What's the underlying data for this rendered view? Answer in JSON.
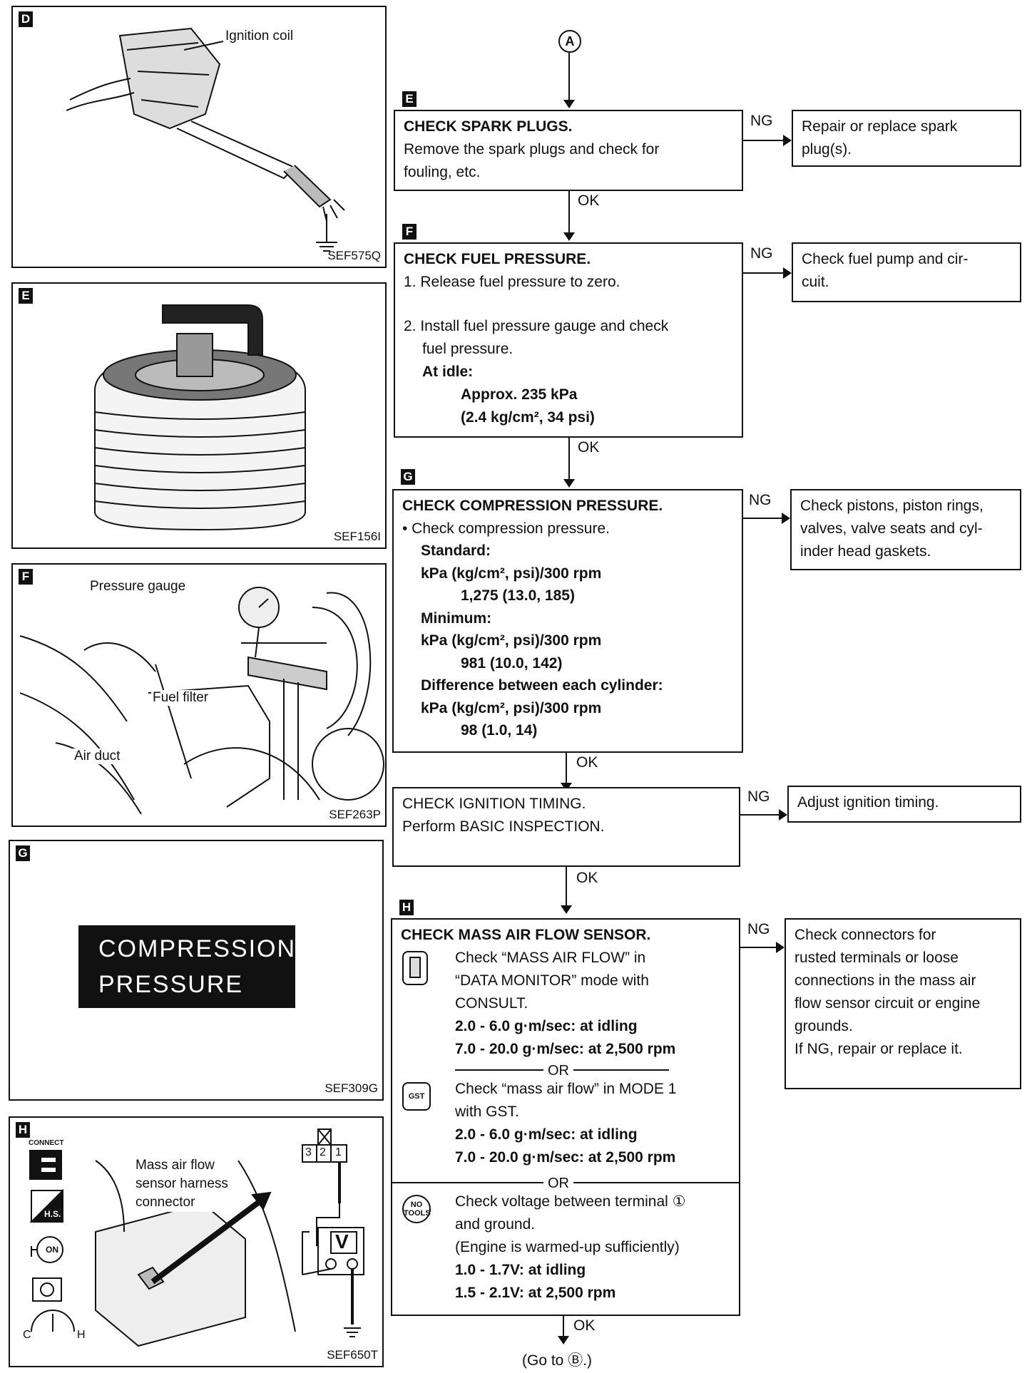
{
  "figures": {
    "d": {
      "letter": "D",
      "label": "Ignition coil",
      "code": "SEF575Q"
    },
    "e": {
      "letter": "E",
      "code": "SEF156I"
    },
    "f": {
      "letter": "F",
      "label_gauge": "Pressure gauge",
      "label_filter": "Fuel filter",
      "label_duct": "Air duct",
      "code": "SEF263P"
    },
    "g": {
      "letter": "G",
      "banner_line1": "COMPRESSION",
      "banner_line2": "PRESSURE",
      "code": "SEF309G"
    },
    "h": {
      "letter": "H",
      "connect_label": "CONNECT",
      "hs_label": "H.S.",
      "on_label": "ON",
      "harness_line1": "Mass air flow",
      "harness_line2": "sensor harness",
      "harness_line3": "connector",
      "pins": [
        "3",
        "2",
        "1"
      ],
      "meter": "V",
      "cold": "C",
      "hot": "H",
      "code": "SEF650T"
    }
  },
  "flow": {
    "start": "A",
    "ok": "OK",
    "ng": "NG",
    "or": "OR",
    "step_e": {
      "letter": "E",
      "title": "CHECK SPARK PLUGS.",
      "line1": "Remove the spark plugs and check for",
      "line2": "fouling, etc.",
      "ng_action_1": "Repair or replace spark",
      "ng_action_2": "plug(s)."
    },
    "step_f": {
      "letter": "F",
      "title": "CHECK FUEL PRESSURE.",
      "item1": "1.  Release fuel pressure to zero.",
      "item2a": "2.  Install fuel pressure gauge and check",
      "item2b": "fuel pressure.",
      "idle_label": "At idle:",
      "value1": "Approx. 235 kPa",
      "value2": "(2.4 kg/cm², 34 psi)",
      "ng_action_1": "Check fuel pump and cir-",
      "ng_action_2": "cuit."
    },
    "step_g": {
      "letter": "G",
      "title": "CHECK COMPRESSION PRESSURE.",
      "bullet": "•  Check compression pressure.",
      "standard": "Standard:",
      "unit1": "kPa (kg/cm², psi)/300 rpm",
      "std_value": "1,275 (13.0, 185)",
      "minimum": "Minimum:",
      "unit2": "kPa (kg/cm², psi)/300 rpm",
      "min_value": "981 (10.0, 142)",
      "difference": "Difference between each cylinder:",
      "unit3": "kPa (kg/cm², psi)/300 rpm",
      "diff_value": "98 (1.0, 14)",
      "ng_action_1": "Check pistons, piston rings,",
      "ng_action_2": "valves, valve seats and cyl-",
      "ng_action_3": "inder head gaskets."
    },
    "step_timing": {
      "title": "CHECK IGNITION TIMING.",
      "line1": "Perform BASIC INSPECTION.",
      "ng_action": "Adjust ignition timing."
    },
    "step_h": {
      "letter": "H",
      "title": "CHECK MASS AIR FLOW SENSOR.",
      "opt1_l1": "Check “MASS AIR FLOW” in",
      "opt1_l2": "“DATA MONITOR” mode with",
      "opt1_l3": "CONSULT.",
      "opt1_v1": "2.0 - 6.0 g·m/sec: at idling",
      "opt1_v2": "7.0 - 20.0 g·m/sec: at 2,500 rpm",
      "gst_icon": "GST",
      "opt2_l1": "Check “mass air flow” in MODE 1",
      "opt2_l2": "with GST.",
      "opt2_v1": "2.0 - 6.0 g·m/sec: at idling",
      "opt2_v2": "7.0 - 20.0 g·m/sec: at 2,500 rpm",
      "notools_1": "NO",
      "notools_2": "TOOLS",
      "opt3_l1": "Check voltage between terminal ①",
      "opt3_l2": "and ground.",
      "opt3_l3": "(Engine is warmed-up sufficiently)",
      "opt3_v1": "1.0 - 1.7V: at idling",
      "opt3_v2": "1.5 - 2.1V: at 2,500 rpm",
      "ng_1": "Check connectors for",
      "ng_2": "rusted terminals or loose",
      "ng_3": "connections in the mass air",
      "ng_4": "flow sensor circuit or engine",
      "ng_5": "grounds.",
      "ng_6": "If NG, repair or replace it."
    },
    "end": "(Go to Ⓑ.)"
  }
}
